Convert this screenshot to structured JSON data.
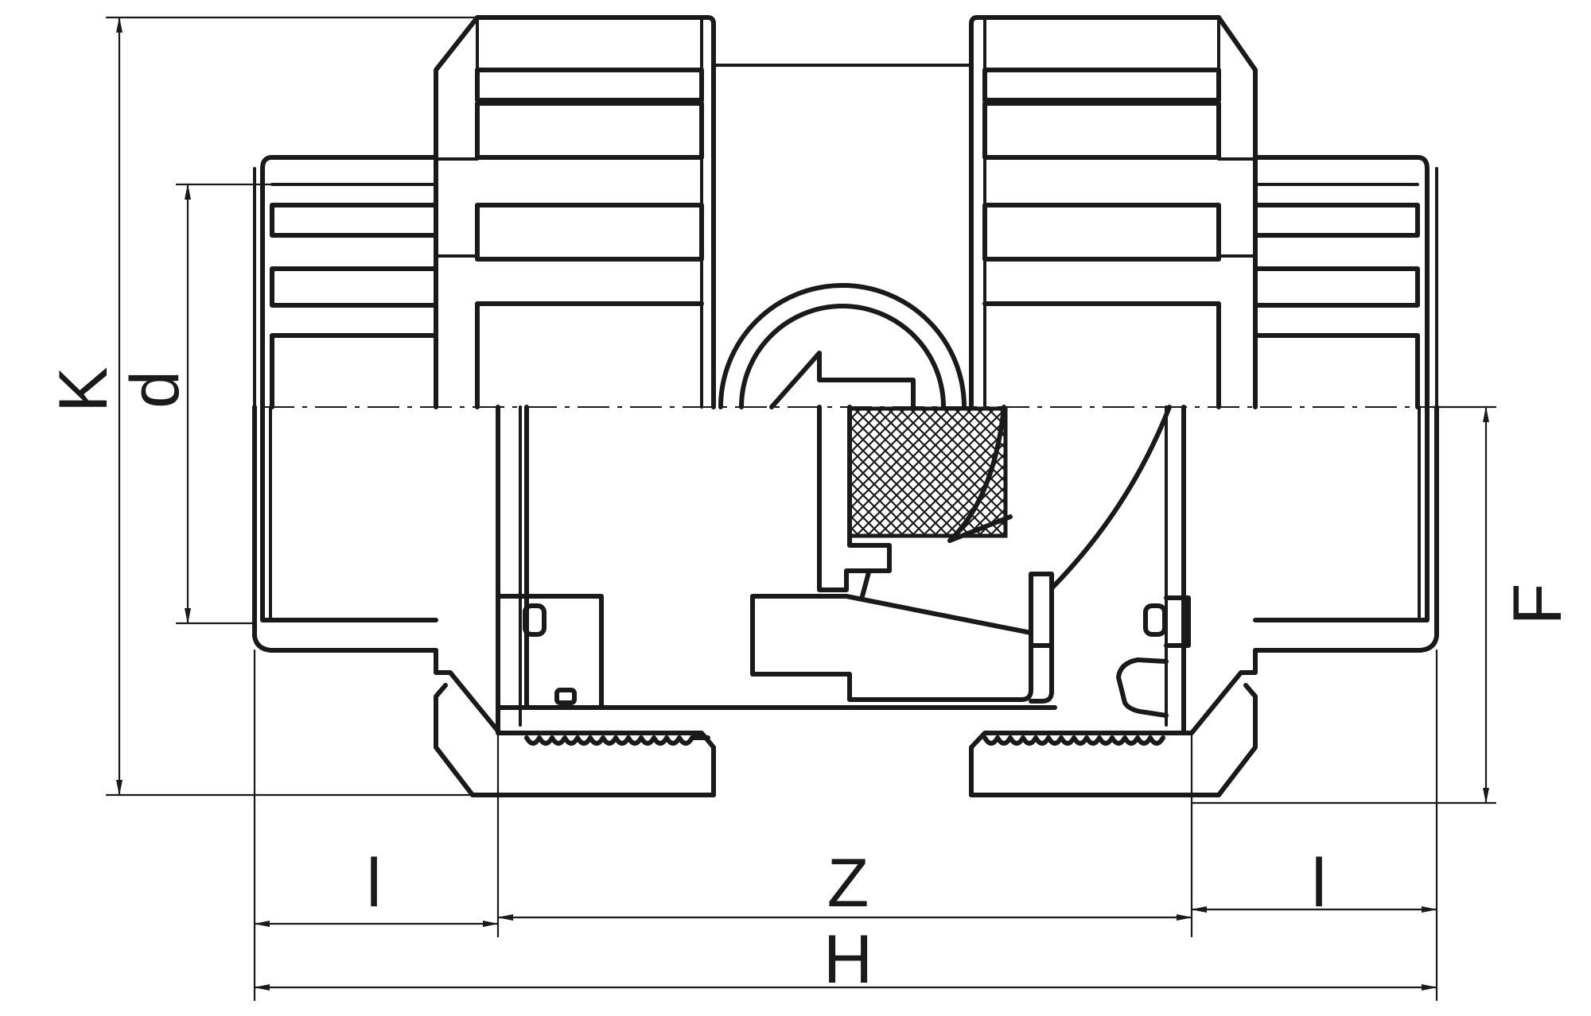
{
  "drawing": {
    "dimensions": {
      "K": "K",
      "d": "d",
      "F": "F",
      "l_left": "l",
      "l_right": "l",
      "Z": "Z",
      "H": "H"
    }
  },
  "colors": {
    "line": "#1a1a1a",
    "background": "#ffffff",
    "hatch": "#1a1a1a"
  }
}
